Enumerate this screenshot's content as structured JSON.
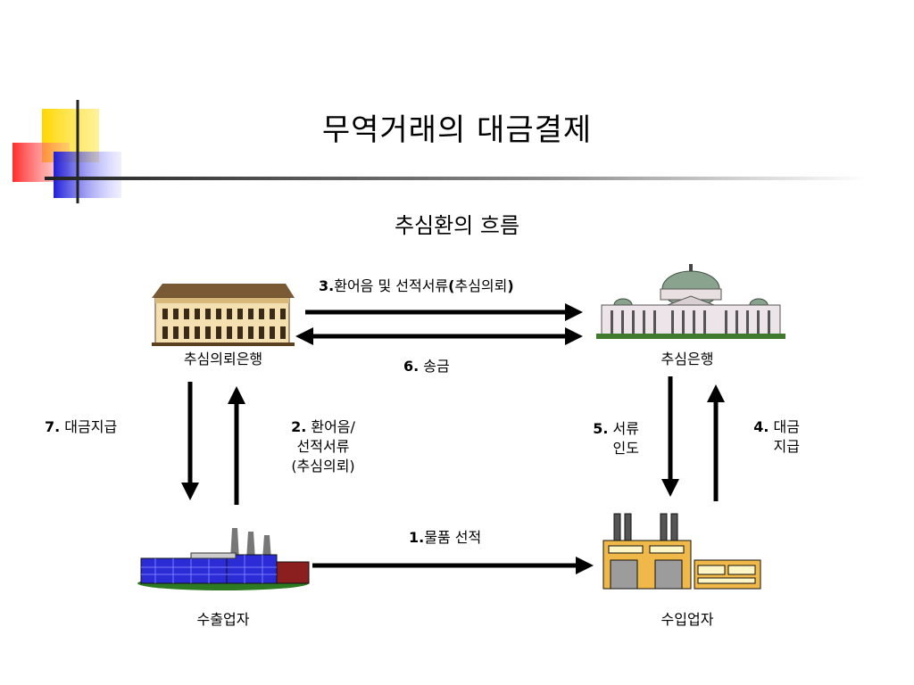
{
  "title": "무역거래의 대금결제",
  "subtitle": "추심환의 흐름",
  "nodes": {
    "remitting_bank": "추심의뢰은행",
    "collecting_bank": "추심은행",
    "exporter": "수출업자",
    "importer": "수입업자"
  },
  "steps": {
    "s1": {
      "num": "1.",
      "text": "물품 선적"
    },
    "s2": {
      "num": "2.",
      "line1": " 환어음/",
      "line2": "선적서류",
      "line3": "(추심의뢰)"
    },
    "s3": {
      "num": "3.",
      "text": "환어음 및 선적서류",
      "text_bold": "(",
      "text2": "추심의뢰",
      "text_bold2": ")"
    },
    "s4": {
      "num": "4.",
      "line1": " 대금",
      "line2": "지급"
    },
    "s5": {
      "num": "5.",
      "line1": " 서류",
      "line2": "인도"
    },
    "s6": {
      "num": "6.",
      "text": " 송금"
    },
    "s7": {
      "num": "7.",
      "text": " 대금지급"
    }
  },
  "colors": {
    "accent_yellow": "#FFD700",
    "accent_red": "#FF3333",
    "accent_blue": "#2B2BE0",
    "rule": "#333333"
  },
  "icons": [
    "classic-bank-building-icon",
    "domed-bank-building-icon",
    "factory-with-smokestacks-icon",
    "warehouse-factory-icon"
  ]
}
